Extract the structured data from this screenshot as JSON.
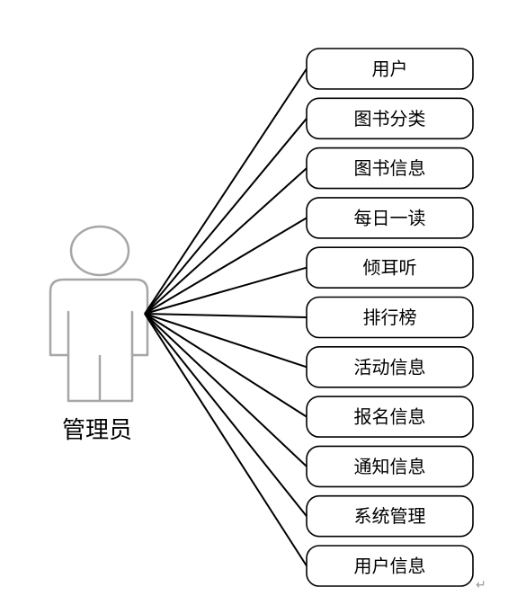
{
  "actor": {
    "label": "管理员"
  },
  "use_cases": [
    {
      "label": "用户"
    },
    {
      "label": "图书分类"
    },
    {
      "label": "图书信息"
    },
    {
      "label": "每日一读"
    },
    {
      "label": "倾耳听"
    },
    {
      "label": "排行榜"
    },
    {
      "label": "活动信息"
    },
    {
      "label": "报名信息"
    },
    {
      "label": "通知信息"
    },
    {
      "label": "系统管理"
    },
    {
      "label": "用户信息"
    }
  ],
  "return_mark": "↵",
  "colors": {
    "line": "#000000",
    "actor_outline": "#a6a6a6",
    "return_mark": "#9a9a9a"
  }
}
